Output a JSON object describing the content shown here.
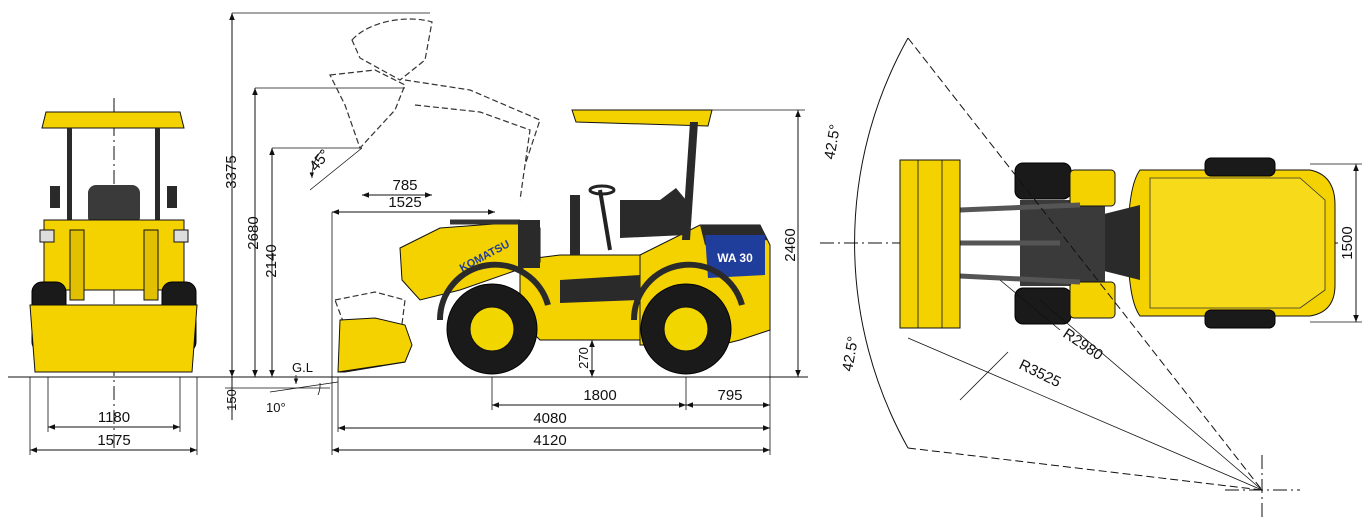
{
  "colors": {
    "body_yellow": "#f3d200",
    "body_dark": "#2a2a2a",
    "tire": "#1a1a1a",
    "line": "#111111"
  },
  "front_view": {
    "dims": {
      "track_inner": "1180",
      "overall_width": "1575"
    }
  },
  "side_view": {
    "brand_text": "KOMATSU",
    "model_badge": "WA 30",
    "dims": {
      "max_height": "3375",
      "pin_height": "2680",
      "dump_clearance": "2140",
      "dump_reach": "785",
      "reach_at_height": "1525",
      "canopy_height": "2460",
      "ground_clearance": "270",
      "wheelbase": "1800",
      "rear_overhang": "795",
      "length_bucket_ground": "4080",
      "overall_length": "4120",
      "dig_depth": "150",
      "dump_angle": "45°",
      "rollback_angle": "10°",
      "ground_line_label": "G.L"
    }
  },
  "top_view": {
    "dims": {
      "articulation_angle_top": "42.5°",
      "articulation_angle_bottom": "42.5°",
      "turning_radius_inner": "R2980",
      "turning_radius_outer": "R3525",
      "rear_width": "1500"
    }
  }
}
